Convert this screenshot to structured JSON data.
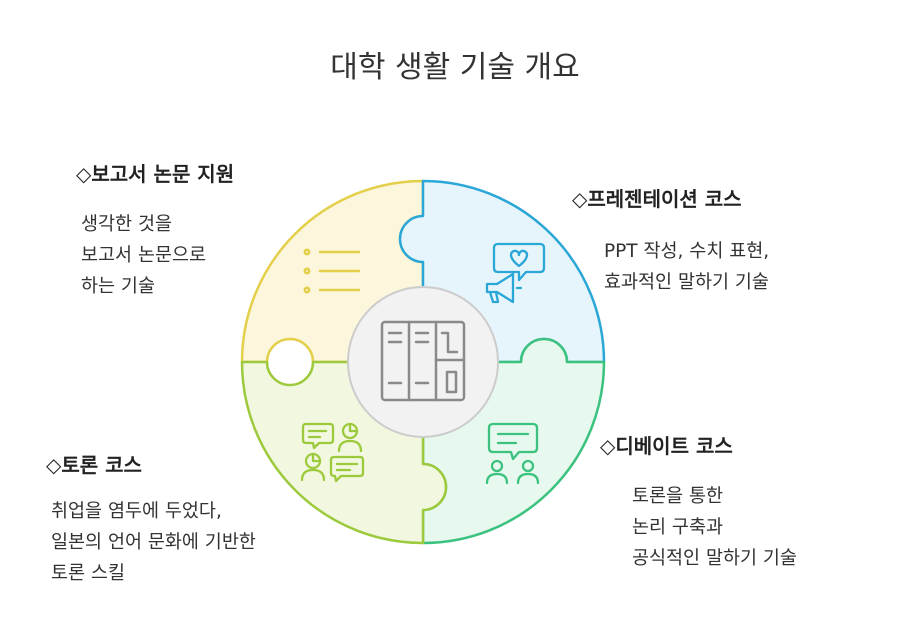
{
  "title": "대학 생활 기술 개요",
  "sections": {
    "report": {
      "heading": "◇보고서 논문 지원",
      "lines": [
        "생각한 것을",
        "보고서 논문으로",
        "하는 기술"
      ],
      "color": "#e4cf4a"
    },
    "presentation": {
      "heading": "◇프레젠테이션 코스",
      "lines": [
        "PPT 작성, 수치 표현,",
        "효과적인 말하기 기술"
      ],
      "color": "#2aa7d6"
    },
    "debate": {
      "heading": "◇디베이트 코스",
      "lines": [
        "토론을 통한",
        "논리 구축과",
        "공식적인 말하기 기술"
      ],
      "color": "#3cc27f"
    },
    "discussion": {
      "heading": "◇토론 코스",
      "lines": [
        "취업을 염두에 두었다,",
        "일본의 언어 문화에 기반한",
        "토론 스킬"
      ],
      "color": "#9cca3c"
    }
  },
  "icons": {
    "report": "list-icon",
    "presentation": "megaphone-heart-icon",
    "debate": "people-chat-icon",
    "discussion": "group-discussion-icon",
    "center": "bookshelf-icon"
  }
}
